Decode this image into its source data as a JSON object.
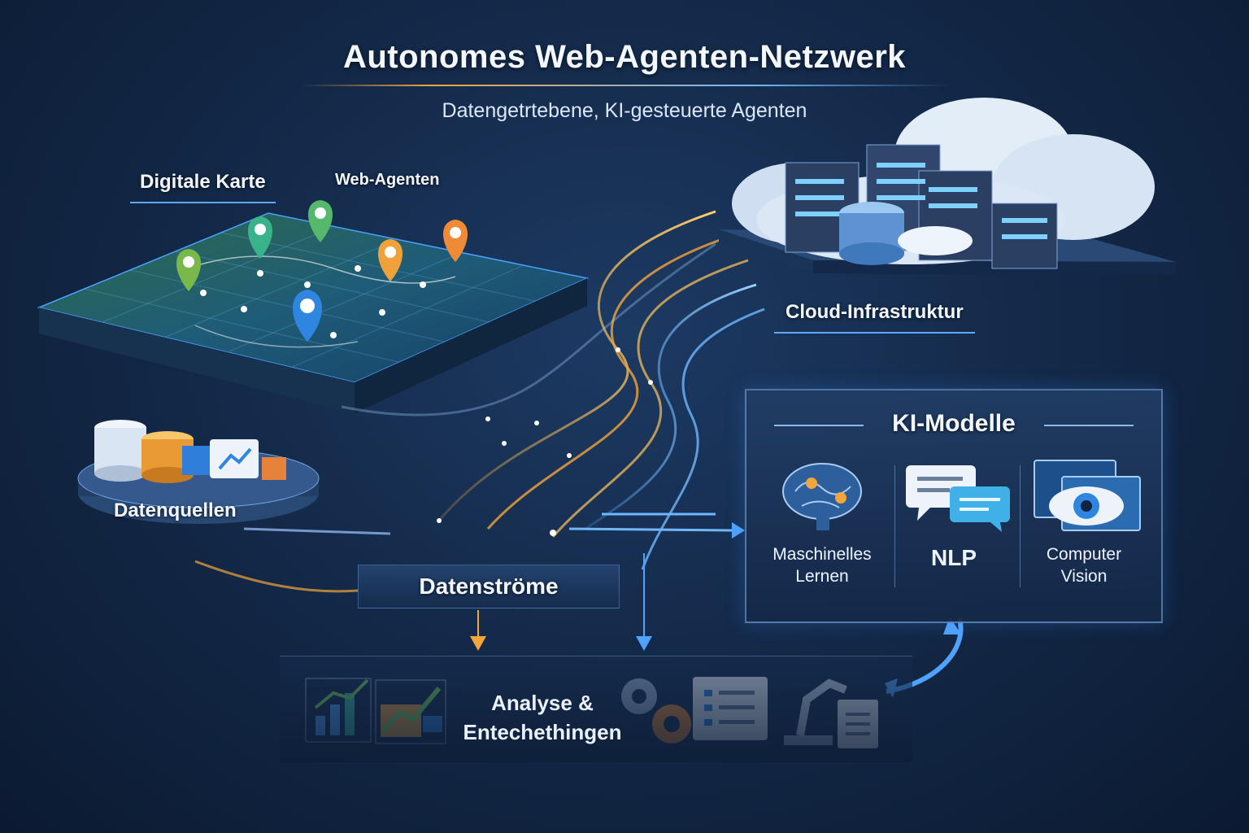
{
  "title": "Autonomes Web-Agenten-Netzwerk",
  "subtitle": "Datengetrtebene, KI-gesteuerte Agenten",
  "map": {
    "label": "Digitale Karte",
    "agents_label": "Web-Agenten"
  },
  "cloud": {
    "label": "Cloud-Infrastruktur"
  },
  "sources": {
    "label": "Datenquellen"
  },
  "streams": {
    "label": "Datenströme"
  },
  "ki": {
    "title": "KI-Modelle",
    "ml_line1": "Maschinelles",
    "ml_line2": "Lernen",
    "nlp": "NLP",
    "cv_line1": "Computer",
    "cv_line2": "Vision"
  },
  "analysis": {
    "line1": "Analyse &",
    "line2": "Entechethingen"
  },
  "colors": {
    "accent_orange": "#f2a53a",
    "accent_blue": "#4fa3ff",
    "bg": "#142a4a"
  }
}
